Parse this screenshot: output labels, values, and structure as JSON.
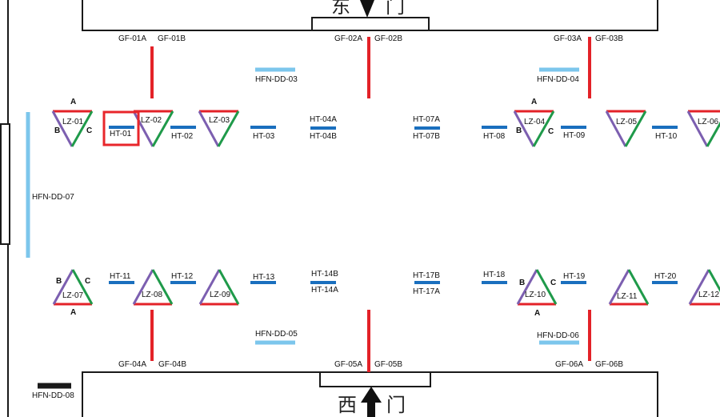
{
  "gates": {
    "east_char1": "东",
    "east_char2": "门",
    "west_char1": "西",
    "west_char2": "门"
  },
  "colors": {
    "red": "#e32228",
    "dark_blue": "#1a6fbe",
    "light_blue": "#7cc6ec",
    "purple": "#7c5fb0",
    "green": "#1f9a4a",
    "black": "#1a1a1a",
    "highlight": "#e8262b"
  },
  "gf_top": [
    {
      "a": "GF-01A",
      "b": "GF-01B"
    },
    {
      "a": "GF-02A",
      "b": "GF-02B"
    },
    {
      "a": "GF-03A",
      "b": "GF-03B"
    }
  ],
  "gf_bottom": [
    {
      "a": "GF-04A",
      "b": "GF-04B"
    },
    {
      "a": "GF-05A",
      "b": "GF-05B"
    },
    {
      "a": "GF-06A",
      "b": "GF-06B"
    }
  ],
  "hfn": {
    "dd03": "HFN-DD-03",
    "dd04": "HFN-DD-04",
    "dd05": "HFN-DD-05",
    "dd06": "HFN-DD-06",
    "dd07": "HFN-DD-07",
    "dd08": "HFN-DD-08"
  },
  "lz_top": [
    "LZ-01",
    "LZ-02",
    "LZ-03",
    "LZ-04",
    "LZ-05",
    "LZ-06"
  ],
  "lz_bottom": [
    "LZ-07",
    "LZ-08",
    "LZ-09",
    "LZ-10",
    "LZ-11",
    "LZ-12"
  ],
  "ht_top": {
    "ht01": "HT-01",
    "ht02": "HT-02",
    "ht03": "HT-03",
    "ht04a": "HT-04A",
    "ht04b": "HT-04B",
    "ht07a": "HT-07A",
    "ht07b": "HT-07B",
    "ht08": "HT-08",
    "ht09": "HT-09",
    "ht10": "HT-10"
  },
  "ht_bottom": {
    "ht11": "HT-11",
    "ht12": "HT-12",
    "ht13": "HT-13",
    "ht14b": "HT-14B",
    "ht14a": "HT-14A",
    "ht17b": "HT-17B",
    "ht17a": "HT-17A",
    "ht18": "HT-18",
    "ht19": "HT-19",
    "ht20": "HT-20"
  },
  "vertex": {
    "a": "A",
    "b": "B",
    "c": "C"
  }
}
